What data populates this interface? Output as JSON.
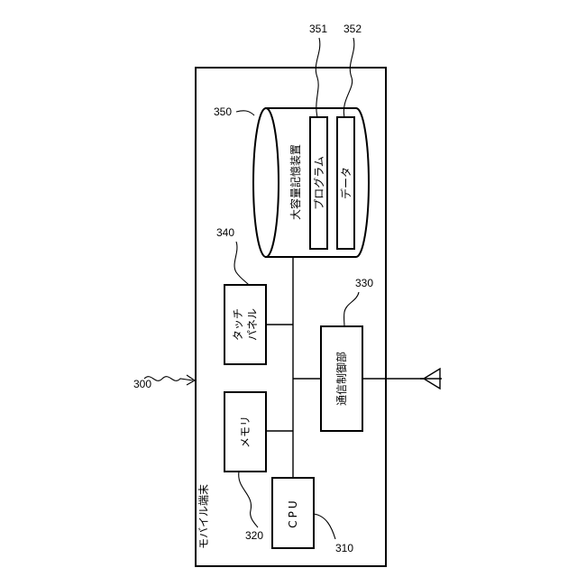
{
  "device": {
    "ref": "300",
    "title": "モバイル端末"
  },
  "cpu": {
    "ref": "310",
    "label": "CPU"
  },
  "memory": {
    "ref": "320",
    "label": "メモリ"
  },
  "touch_panel": {
    "ref": "340",
    "label_line1": "タッチ",
    "label_line2": "パネル"
  },
  "comm_control": {
    "ref": "330",
    "label": "通信制御部"
  },
  "storage": {
    "ref": "350",
    "label": "大容量記憶装置",
    "program": {
      "ref": "351",
      "label": "プログラム"
    },
    "data": {
      "ref": "352",
      "label": "データ"
    }
  },
  "colors": {
    "stroke": "#000000",
    "background": "#ffffff"
  },
  "icons": {
    "antenna": "antenna-icon"
  }
}
